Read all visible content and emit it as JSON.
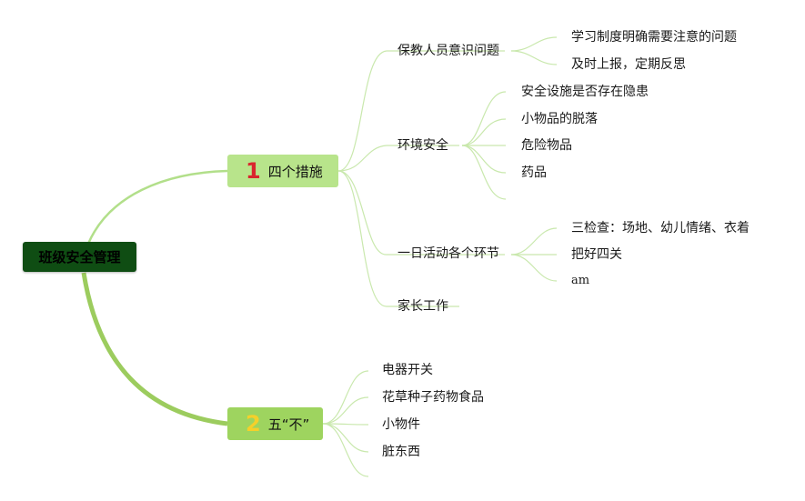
{
  "root": {
    "label": "班级安全管理"
  },
  "branches": [
    {
      "number": "1",
      "label": "四个措施",
      "children": [
        {
          "label": "保教人员意识问题",
          "children": [
            "学习制度明确需要注意的问题",
            "及时上报，定期反思"
          ]
        },
        {
          "label": "环境安全",
          "children": [
            "安全设施是否存在隐患",
            "小物品的脱落",
            "危险物品",
            "药品",
            ""
          ]
        },
        {
          "label": "一日活动各个环节",
          "children": [
            "三检查：场地、幼儿情绪、衣着",
            "把好四关",
            "am"
          ]
        },
        {
          "label": "家长工作",
          "children": []
        }
      ]
    },
    {
      "number": "2",
      "label": "五“不”",
      "children": [
        {
          "label": "电器开关"
        },
        {
          "label": "花草种子药物食品"
        },
        {
          "label": "小物件"
        },
        {
          "label": "脏东西"
        }
      ]
    }
  ],
  "colors": {
    "root_bg": "#0f4d13",
    "branch1_bg": "#b8e48b",
    "branch2_bg": "#9ed45f",
    "line": "#a9d97f",
    "thin_line": "#c9e8ad",
    "number1": "#d9262e",
    "number2": "#f5d02a"
  }
}
